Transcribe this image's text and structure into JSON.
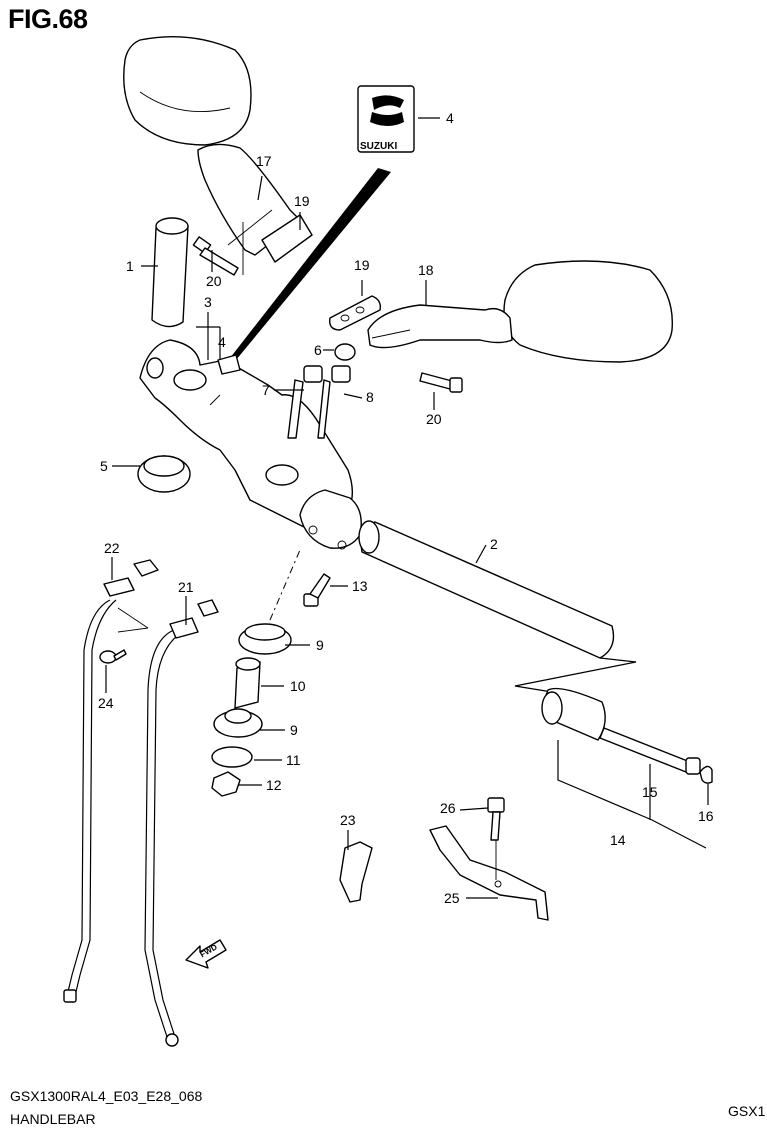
{
  "figure": {
    "title": "FIG.68",
    "code": "GSX1300RAL4_E03_E28_068",
    "name": "HANDLEBAR",
    "corner_tag": "GSX1"
  },
  "emblem_text": "SUZUKI",
  "fwd_text": "FWD",
  "callouts": [
    "1",
    "2",
    "3",
    "4",
    "4",
    "5",
    "6",
    "7",
    "8",
    "9",
    "9",
    "10",
    "11",
    "12",
    "13",
    "14",
    "15",
    "16",
    "17",
    "18",
    "19",
    "19",
    "20",
    "20",
    "21",
    "22",
    "23",
    "24",
    "25",
    "26"
  ]
}
